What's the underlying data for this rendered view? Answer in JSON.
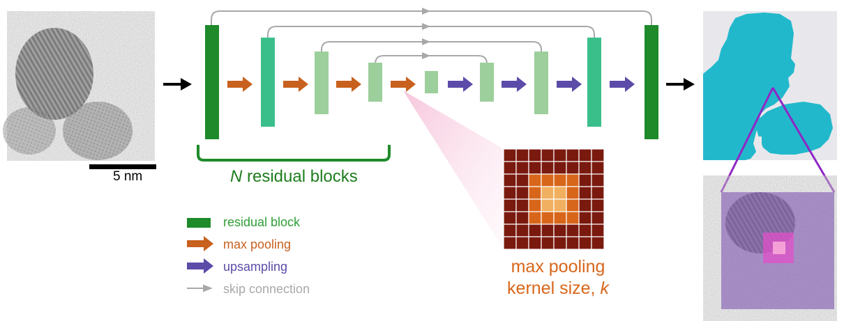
{
  "scale_bar": {
    "label": "5 nm"
  },
  "encoder_label": {
    "symbol": "N",
    "text": " residual blocks"
  },
  "legend": {
    "residual_block": "residual block",
    "max_pooling": "max pooling",
    "upsampling": "upsampling",
    "skip_connection": "skip connection"
  },
  "kernel_label": {
    "line1": "max pooling",
    "line2_prefix": "kernel size, ",
    "symbol": "k"
  },
  "colors": {
    "block_dark": "#1e8a2a",
    "block_mid": "#3bbf8a",
    "block_light": "#9ccf9c",
    "pool_arrow": "#c8601e",
    "up_arrow": "#5c4ba8",
    "skip_line": "#a8a8a8",
    "segmentation": "#22b8cc",
    "kernel_dark": "#7a1a0f",
    "kernel_mid": "#d8661a",
    "kernel_light": "#f0b060"
  }
}
